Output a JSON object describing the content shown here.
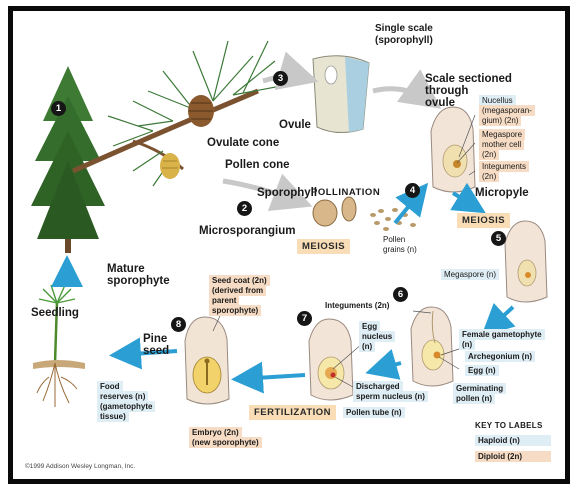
{
  "steps": [
    "1",
    "2",
    "3",
    "4",
    "5",
    "6",
    "7",
    "8"
  ],
  "labels": {
    "single_scale": "Single scale",
    "single_scale_sub": "(sporophyll)",
    "ovule": "Ovule",
    "ovulate_cone": "Ovulate cone",
    "pollen_cone": "Pollen cone",
    "sporophyll": "Sporophyll",
    "microsporangium": "Microsporangium",
    "pollination": "Pollination",
    "scale_sectioned": "Scale sectioned",
    "through_ovule": "through",
    "ovule_word": "ovule",
    "nucellus": "Nucellus",
    "megasporangium": "(megasporan-",
    "gium_2n": "gium) (2n)",
    "megaspore_mother": "Megaspore",
    "mother_cell": "mother cell",
    "mother_2n": "(2n)",
    "integuments": "Integuments",
    "integuments_2n": "(2n)",
    "micropyle": "Micropyle",
    "pollen_grains": "Pollen",
    "pollen_grains_2": "grains (n)",
    "megaspore": "Megaspore (n)",
    "integuments_top": "Integuments (2n)",
    "female_gametophyte": "Female gametophyte",
    "female_gametophyte_n": "(n)",
    "archegonium": "Archegonium (n)",
    "egg": "Egg (n)",
    "germinating": "Germinating",
    "germinating_2": "pollen (n)",
    "egg_nucleus": "Egg",
    "egg_nucleus_2": "nucleus",
    "egg_nucleus_3": "(n)",
    "discharged": "Discharged",
    "discharged_2": "sperm nucleus (n)",
    "pollen_tube": "Pollen tube (n)",
    "seed_coat": "Seed coat (2n)",
    "seed_coat_2": "(derived from",
    "seed_coat_3": "parent",
    "seed_coat_4": "sporophyte)",
    "pine_seed": "Pine",
    "pine_seed_2": "seed",
    "food_reserves": "Food",
    "food_reserves_2": "reserves (n)",
    "food_reserves_3": "(gametophyte",
    "food_reserves_4": "tissue)",
    "embryo": "Embryo (2n)",
    "embryo_2": "(new sporophyte)",
    "mature": "Mature",
    "mature_2": "sporophyte",
    "seedling": "Seedling"
  },
  "processes": {
    "meiosis_left": "Meiosis",
    "meiosis_right": "Meiosis",
    "fertilization": "Fertilization"
  },
  "key": {
    "title": "Key to labels",
    "haploid": "Haploid (n)",
    "diploid": "Diploid (2n)"
  },
  "copyright": "©1999 Addison Wesley Longman, Inc.",
  "colors": {
    "arrow_blue": "#2b9fd4",
    "haploid": "#dfeef5",
    "diploid": "#f6dcc4",
    "process": "#f8ddb6",
    "tree_green": "#3f7a34",
    "trunk": "#6a4a2a"
  }
}
